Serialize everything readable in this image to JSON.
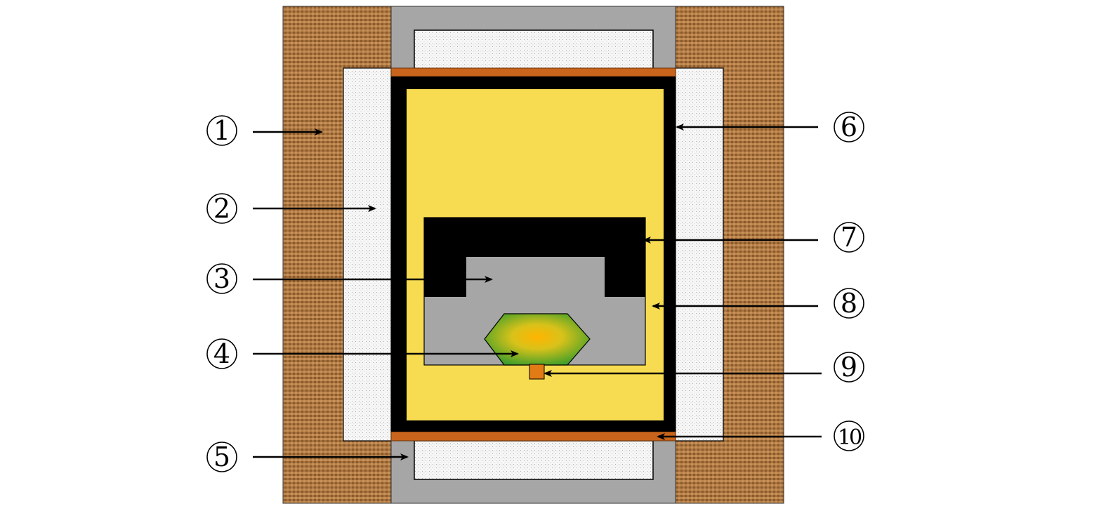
{
  "labels": {
    "l1": "1",
    "l2": "2",
    "l3": "3",
    "l4": "4",
    "l5": "5",
    "l6": "6",
    "l7": "7",
    "l8": "8",
    "l9": "9",
    "l10": "10"
  },
  "colors": {
    "outer_block": "#a8743f",
    "insulation": "#f4f4f4",
    "gray_part": "#a6a6a6",
    "copper_plate": "#c8641b",
    "heater_wall": "#000000",
    "pressure_medium": "#f7dc51",
    "crystal_center": "#ffb300",
    "crystal_edge": "#3a9d2a",
    "seed": "#e07b15"
  }
}
